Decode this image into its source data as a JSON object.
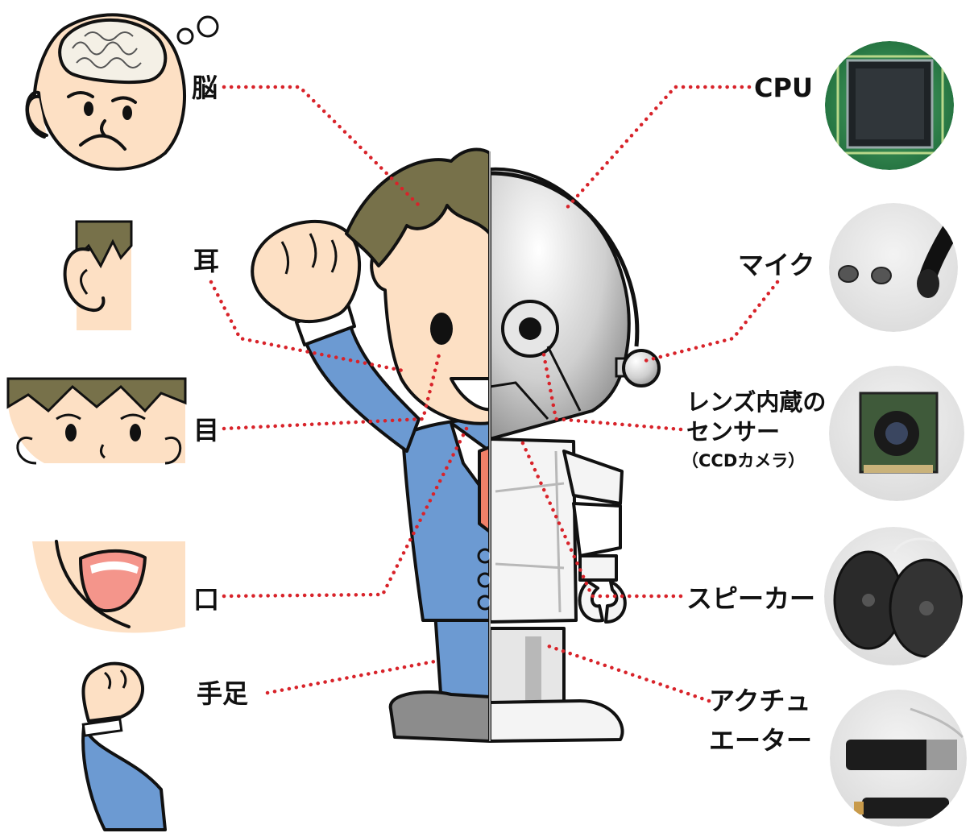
{
  "human_labels": {
    "brain": "脳",
    "ear": "耳",
    "eye": "目",
    "mouth": "口",
    "limbs": "手足"
  },
  "robot_labels": {
    "cpu": "CPU",
    "mic": "マイク",
    "camera_line1": "レンズ内蔵の",
    "camera_line2": "センサー",
    "camera_line3": "（CCDカメラ）",
    "speaker": "スピーカー",
    "actuator_line1": "アクチュ",
    "actuator_line2": "エーター"
  },
  "colors": {
    "leader_line": "#d8232a",
    "skin": "#fde0c4",
    "hair": "#77714a",
    "suit": "#6c9ad2",
    "robot_white": "#f4f4f4",
    "robot_gray": "#b8b8b8"
  }
}
